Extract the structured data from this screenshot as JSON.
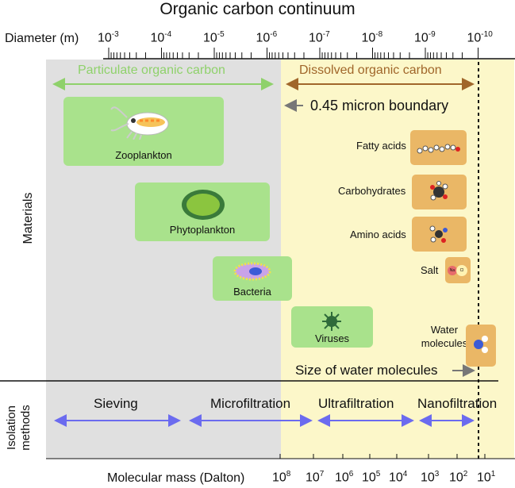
{
  "title": "Organic carbon continuum",
  "top_axis": {
    "label": "Diameter (m)",
    "ticks": [
      {
        "base": "10",
        "exp": "-3"
      },
      {
        "base": "10",
        "exp": "-4"
      },
      {
        "base": "10",
        "exp": "-5"
      },
      {
        "base": "10",
        "exp": "-6"
      },
      {
        "base": "10",
        "exp": "-7"
      },
      {
        "base": "10",
        "exp": "-8"
      },
      {
        "base": "10",
        "exp": "-9"
      },
      {
        "base": "10",
        "exp": "-10"
      }
    ]
  },
  "bottom_axis": {
    "label": "Molecular mass (Dalton)",
    "ticks": [
      {
        "base": "10",
        "exp": "8"
      },
      {
        "base": "10",
        "exp": "7"
      },
      {
        "base": "10",
        "exp": "6"
      },
      {
        "base": "10",
        "exp": "5"
      },
      {
        "base": "10",
        "exp": "4"
      },
      {
        "base": "10",
        "exp": "3"
      },
      {
        "base": "10",
        "exp": "2"
      },
      {
        "base": "10",
        "exp": "1"
      }
    ]
  },
  "regions": {
    "particulate": "Particulate organic carbon",
    "dissolved": "Dissolved organic carbon",
    "boundary": "0.45 micron boundary",
    "water_size": "Size of water molecules"
  },
  "materials_label": "Materials",
  "isolation_label_1": "Isolation",
  "isolation_label_2": "methods",
  "materials": {
    "zooplankton": "Zooplankton",
    "phytoplankton": "Phytoplankton",
    "bacteria": "Bacteria",
    "viruses": "Viruses",
    "fatty_acids": "Fatty acids",
    "carbohydrates": "Carbohydrates",
    "amino_acids": "Amino acids",
    "salt": "Salt",
    "water_1": "Water",
    "water_2": "molecules",
    "na": "Na",
    "cl": "Cl"
  },
  "methods": {
    "sieving": "Sieving",
    "microfiltration": "Microfiltration",
    "ultrafiltration": "Ultrafiltration",
    "nanofiltration": "Nanofiltration"
  },
  "colors": {
    "particulate_bg": "#e0e0e0",
    "dissolved_bg": "#fcf7c9",
    "particulate_arrow": "#8fd16b",
    "dissolved_arrow": "#a0662a",
    "method_arrow": "#6b6bef",
    "green_box": "#a9e28c",
    "orange_box": "#eab766"
  }
}
